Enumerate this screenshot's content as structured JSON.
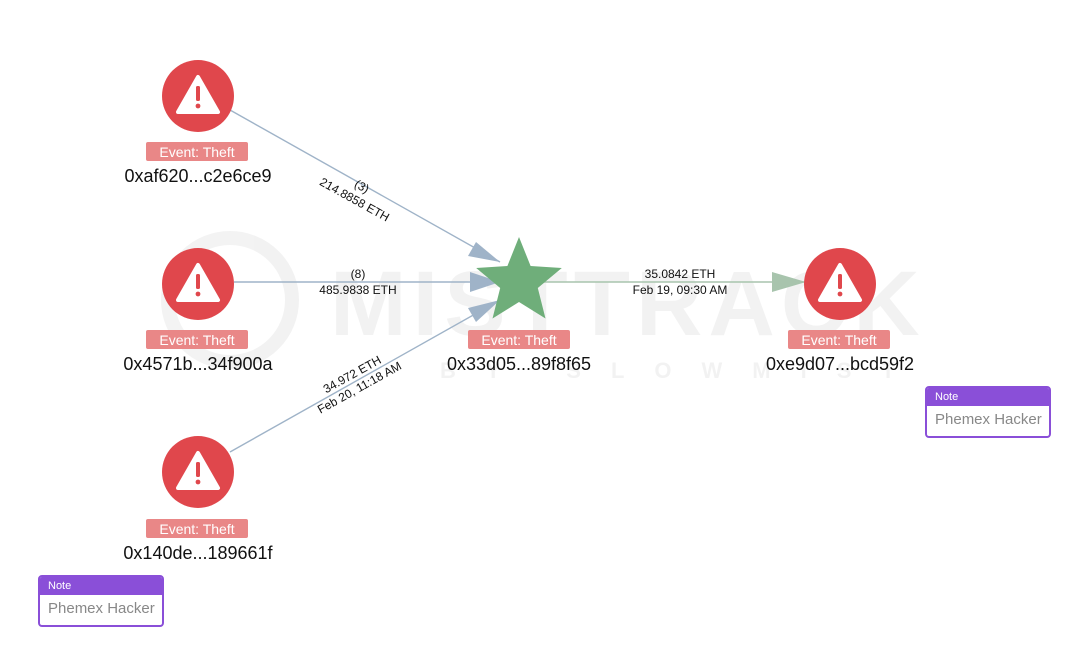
{
  "colors": {
    "alert_node": "#e0474c",
    "center_node": "#6fae7a",
    "badge": "#e98787",
    "edge_in": "#9fb3c8",
    "edge_out": "#a8c4ad",
    "note_border": "#8a4fd8"
  },
  "watermark": {
    "brand": "MISTTRACK",
    "tagline": "BY SLOWMIST"
  },
  "nodes": [
    {
      "id": "n1",
      "address": "0xaf620...c2e6ce9",
      "badge": "Event: Theft",
      "icon": "warning-icon"
    },
    {
      "id": "n2",
      "address": "0x4571b...34f900a",
      "badge": "Event: Theft",
      "icon": "warning-icon"
    },
    {
      "id": "n3",
      "address": "0x140de...189661f",
      "badge": "Event: Theft",
      "icon": "warning-icon"
    },
    {
      "id": "hub",
      "address": "0x33d05...89f8f65",
      "badge": "Event: Theft",
      "icon": "star-icon"
    },
    {
      "id": "n5",
      "address": "0xe9d07...bcd59f2",
      "badge": "Event: Theft",
      "icon": "warning-icon"
    }
  ],
  "edges": [
    {
      "from": "n1",
      "to": "hub",
      "line1": "(3)",
      "line2": "214.8858 ETH"
    },
    {
      "from": "n2",
      "to": "hub",
      "line1": "(8)",
      "line2": "485.9838 ETH"
    },
    {
      "from": "n3",
      "to": "hub",
      "line1": "34.972 ETH",
      "line2": "Feb 20, 11:18 AM"
    },
    {
      "from": "hub",
      "to": "n5",
      "line1": "35.0842 ETH",
      "line2": "Feb 19, 09:30 AM"
    }
  ],
  "notes": [
    {
      "title": "Note",
      "text": "Phemex Hacker"
    },
    {
      "title": "Note",
      "text": "Phemex Hacker"
    }
  ]
}
